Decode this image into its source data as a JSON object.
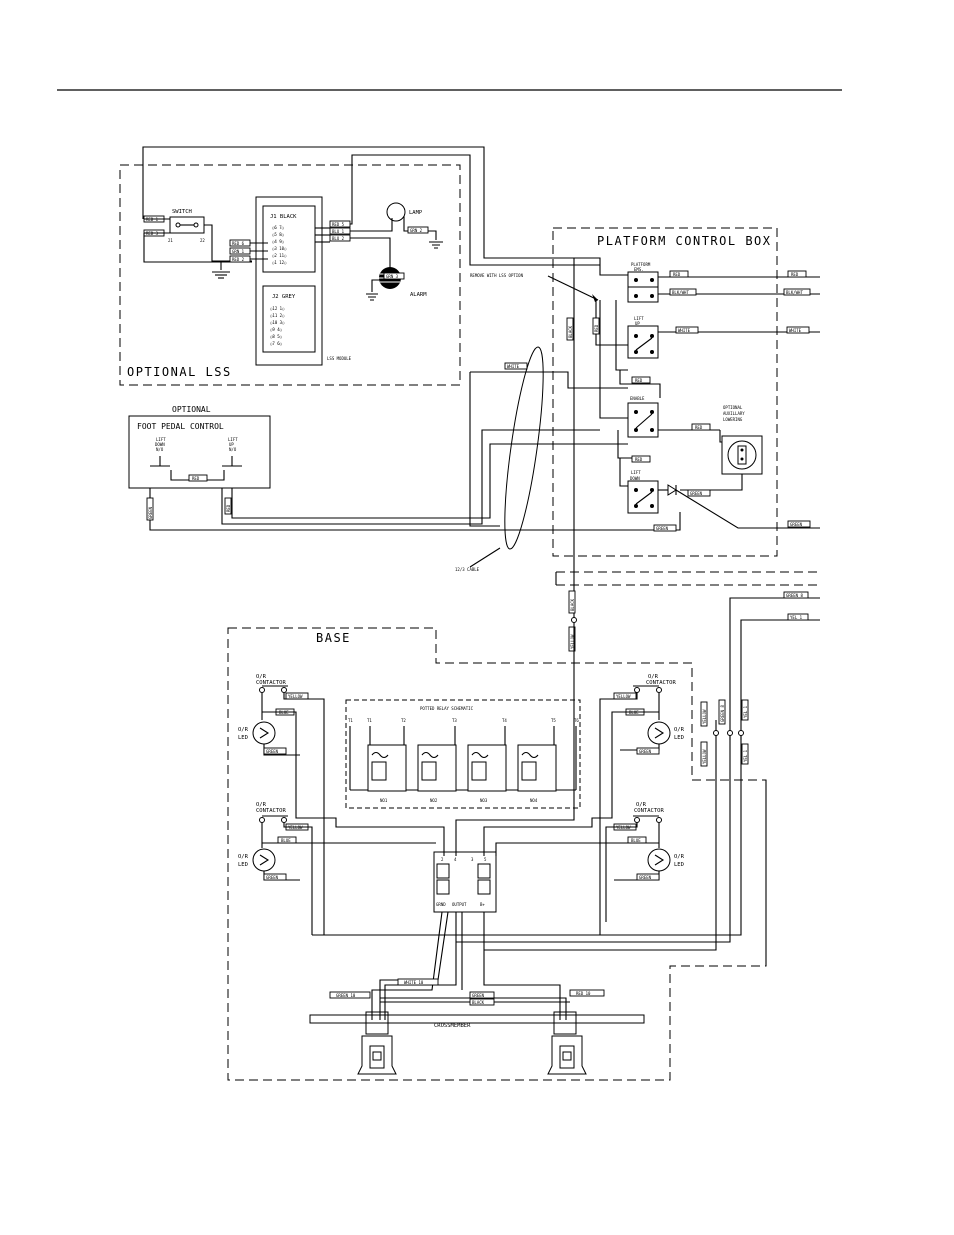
{
  "lss": {
    "title": "OPTIONAL LSS",
    "switch": "SWITCH",
    "sw_left": "21",
    "sw_right": "22",
    "red1": "RED 1",
    "red3": "RED 3",
    "red6": "RED 6",
    "grn1": "GRN 1",
    "red2": "RED 2",
    "j1": "J1 BLACK",
    "j2": "J2 GREY",
    "j1_rows": [
      "○6  7○",
      "○5  8○",
      "○4  9○",
      "○3 10○",
      "○2 11○",
      "○1 12○"
    ],
    "j2_rows": [
      "○12  1○",
      "○11  2○",
      "○10  3○",
      "○9  4○",
      "○8  5○",
      "○7  6○"
    ],
    "module": "LSS MODULE",
    "red5": "RED 5",
    "blu1": "BLU 1",
    "blu2": "BLU 2",
    "lamp": "LAMP",
    "grn2": "GRN 2",
    "grn3": "GRN 3",
    "alarm": "ALARM"
  },
  "foot": {
    "header": "OPTIONAL",
    "title": "FOOT PEDAL CONTROL",
    "lift_down": [
      "LIFT",
      "DOWN",
      "N/O"
    ],
    "lift_up": [
      "LIFT",
      "UP",
      "N/O"
    ],
    "red": "RED",
    "green": "GREEN"
  },
  "pcb": {
    "title": "PLATFORM CONTROL BOX",
    "remove_note": "REMOVE WITH LSS OPTION",
    "platform_ems": [
      "PLATFORM",
      "EMS."
    ],
    "lift_up": [
      "LIFT",
      "UP"
    ],
    "enable": "ENABLE",
    "lift_down": [
      "LIFT",
      "DOWN"
    ],
    "aux": [
      "OPTIONAL",
      "AUXILLARY",
      "LOWERING"
    ],
    "red": "RED",
    "blk_wht": "BLK/WHT",
    "white": "WHITE",
    "green": "GREEN",
    "black": "BLACK",
    "cable": "12/3 CABLE"
  },
  "base": {
    "title": "BASE",
    "black": "BLACK",
    "yellow": "YELLOW",
    "green8": "GREEN 8",
    "yel1": "YEL 1",
    "contactor": [
      "O/R",
      "CONTACTOR"
    ],
    "led": [
      "O/R",
      "LED"
    ],
    "blue": "BLUE",
    "green": "GREEN",
    "relay_title": "POTTED RELAY SCHEMATIC",
    "relay_terms": [
      "T1",
      "T1",
      "T2",
      "T3",
      "T4",
      "T5",
      "T6"
    ],
    "relay_names": [
      "NO1",
      "NO2",
      "NO3",
      "NO4"
    ],
    "mod_terms": [
      "2",
      "4",
      "3",
      "5"
    ],
    "mod_bottom": [
      "GRND",
      "OUTPUT",
      "B+"
    ],
    "green10": "GREEN 10",
    "white10": "WHITE 10",
    "red10": "RED 10",
    "crossmember": "CROSSMEMBER"
  }
}
